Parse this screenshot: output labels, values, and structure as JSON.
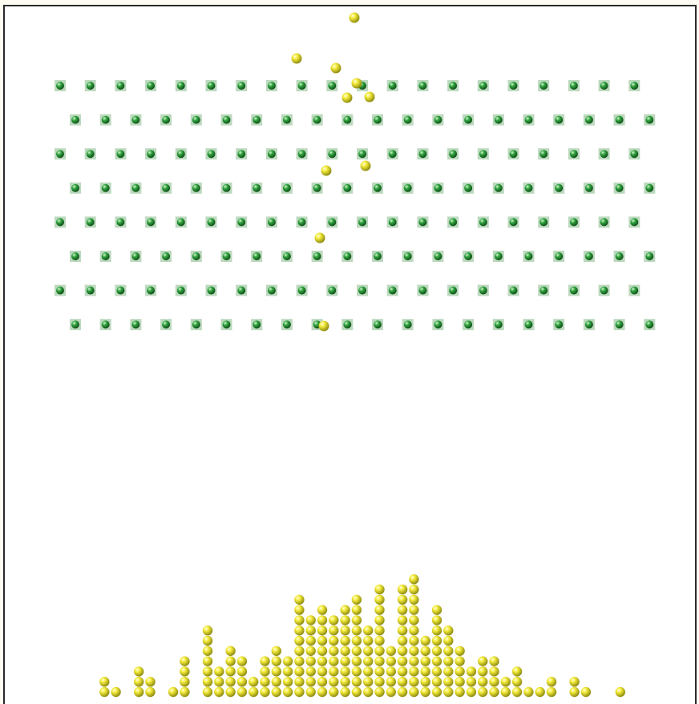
{
  "board": {
    "background": "#ffffff",
    "frame_color": "#2a2a2a",
    "page_color": "#fdfbf2"
  },
  "pegs": {
    "rows": 8,
    "odd_row_count": 20,
    "even_row_count": 20,
    "color": "#2e9a3a",
    "tile_color": "#bcd9be",
    "icon": "green-sphere-peg"
  },
  "balls": {
    "color": "#f2e63a",
    "shadow_color": "#8a8a10",
    "icon": "yellow-ball",
    "falling_count": 10,
    "bin_counts": [
      0,
      2,
      1,
      0,
      3,
      2,
      0,
      1,
      4,
      0,
      7,
      3,
      5,
      4,
      2,
      4,
      5,
      4,
      10,
      8,
      9,
      8,
      9,
      10,
      7,
      11,
      5,
      11,
      12,
      6,
      9,
      7,
      5,
      3,
      4,
      4,
      2,
      3,
      1,
      1,
      2,
      0,
      2,
      1,
      0,
      0,
      1
    ]
  }
}
